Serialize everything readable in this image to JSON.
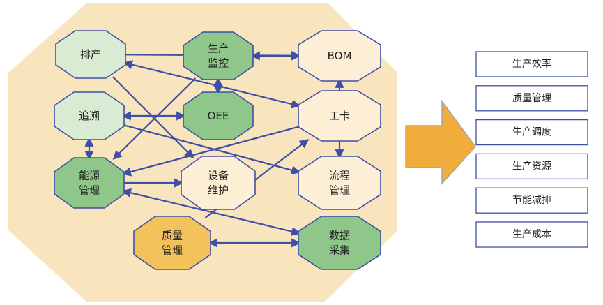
{
  "colors": {
    "background_octagon": "#f8e5bd",
    "light_green": "#d9ecd3",
    "dark_green": "#8fc68a",
    "cream": "#fdefd6",
    "orange": "#f3c25a",
    "node_stroke": "#3f4fa8",
    "edge": "#3f4fa8",
    "arrow_fill": "#f0ad3c",
    "arrow_stroke": "#a5a5a5",
    "box_stroke": "#3f4fa8"
  },
  "nodes": [
    {
      "id": "paichan",
      "lines": [
        "排产"
      ],
      "fill": "light_green"
    },
    {
      "id": "shengchan-jiankong",
      "lines": [
        "生产",
        "监控"
      ],
      "fill": "dark_green"
    },
    {
      "id": "bom",
      "lines": [
        "BOM"
      ],
      "fill": "cream"
    },
    {
      "id": "zhuisu",
      "lines": [
        "追溯"
      ],
      "fill": "light_green"
    },
    {
      "id": "oee",
      "lines": [
        "OEE"
      ],
      "fill": "dark_green"
    },
    {
      "id": "gongka",
      "lines": [
        "工卡"
      ],
      "fill": "cream"
    },
    {
      "id": "nengyuan-guanli",
      "lines": [
        "能源",
        "管理"
      ],
      "fill": "dark_green"
    },
    {
      "id": "shebei-weihu",
      "lines": [
        "设备",
        "维护"
      ],
      "fill": "cream"
    },
    {
      "id": "liucheng-guanli",
      "lines": [
        "流程",
        "管理"
      ],
      "fill": "cream"
    },
    {
      "id": "zhiliang-guanli",
      "lines": [
        "质量",
        "管理"
      ],
      "fill": "orange"
    },
    {
      "id": "shuju-caiji",
      "lines": [
        "数据",
        "采集"
      ],
      "fill": "dark_green"
    }
  ],
  "edges": [
    {
      "from": "paichan",
      "to": "bom",
      "type": "single"
    },
    {
      "from": "paichan",
      "to": "gongka",
      "type": "double"
    },
    {
      "from": "paichan",
      "to": "shebei-weihu",
      "type": "single"
    },
    {
      "from": "shengchan-jiankong",
      "to": "bom",
      "type": "double"
    },
    {
      "from": "shengchan-jiankong",
      "to": "nengyuan-guanli",
      "type": "single"
    },
    {
      "from": "shengchan-jiankong",
      "to": "oee",
      "type": "double"
    },
    {
      "from": "zhuisu",
      "to": "oee",
      "type": "double"
    },
    {
      "from": "zhuisu",
      "to": "liucheng-guanli",
      "type": "single"
    },
    {
      "from": "zhuisu",
      "to": "nengyuan-guanli",
      "type": "double"
    },
    {
      "from": "bom",
      "to": "liucheng-guanli",
      "type": "double"
    },
    {
      "from": "gongka",
      "to": "nengyuan-guanli",
      "type": "single"
    },
    {
      "from": "nengyuan-guanli",
      "to": "shebei-weihu",
      "type": "single"
    },
    {
      "from": "nengyuan-guanli",
      "to": "shuju-caiji",
      "type": "double"
    },
    {
      "from": "zhiliang-guanli",
      "to": "shuju-caiji",
      "type": "double"
    },
    {
      "from": "zhiliang-guanli",
      "to": "gongka",
      "type": "single"
    }
  ],
  "outputs": [
    "生产效率",
    "质量管理",
    "生产调度",
    "生产资源",
    "节能减排",
    "生产成本"
  ]
}
